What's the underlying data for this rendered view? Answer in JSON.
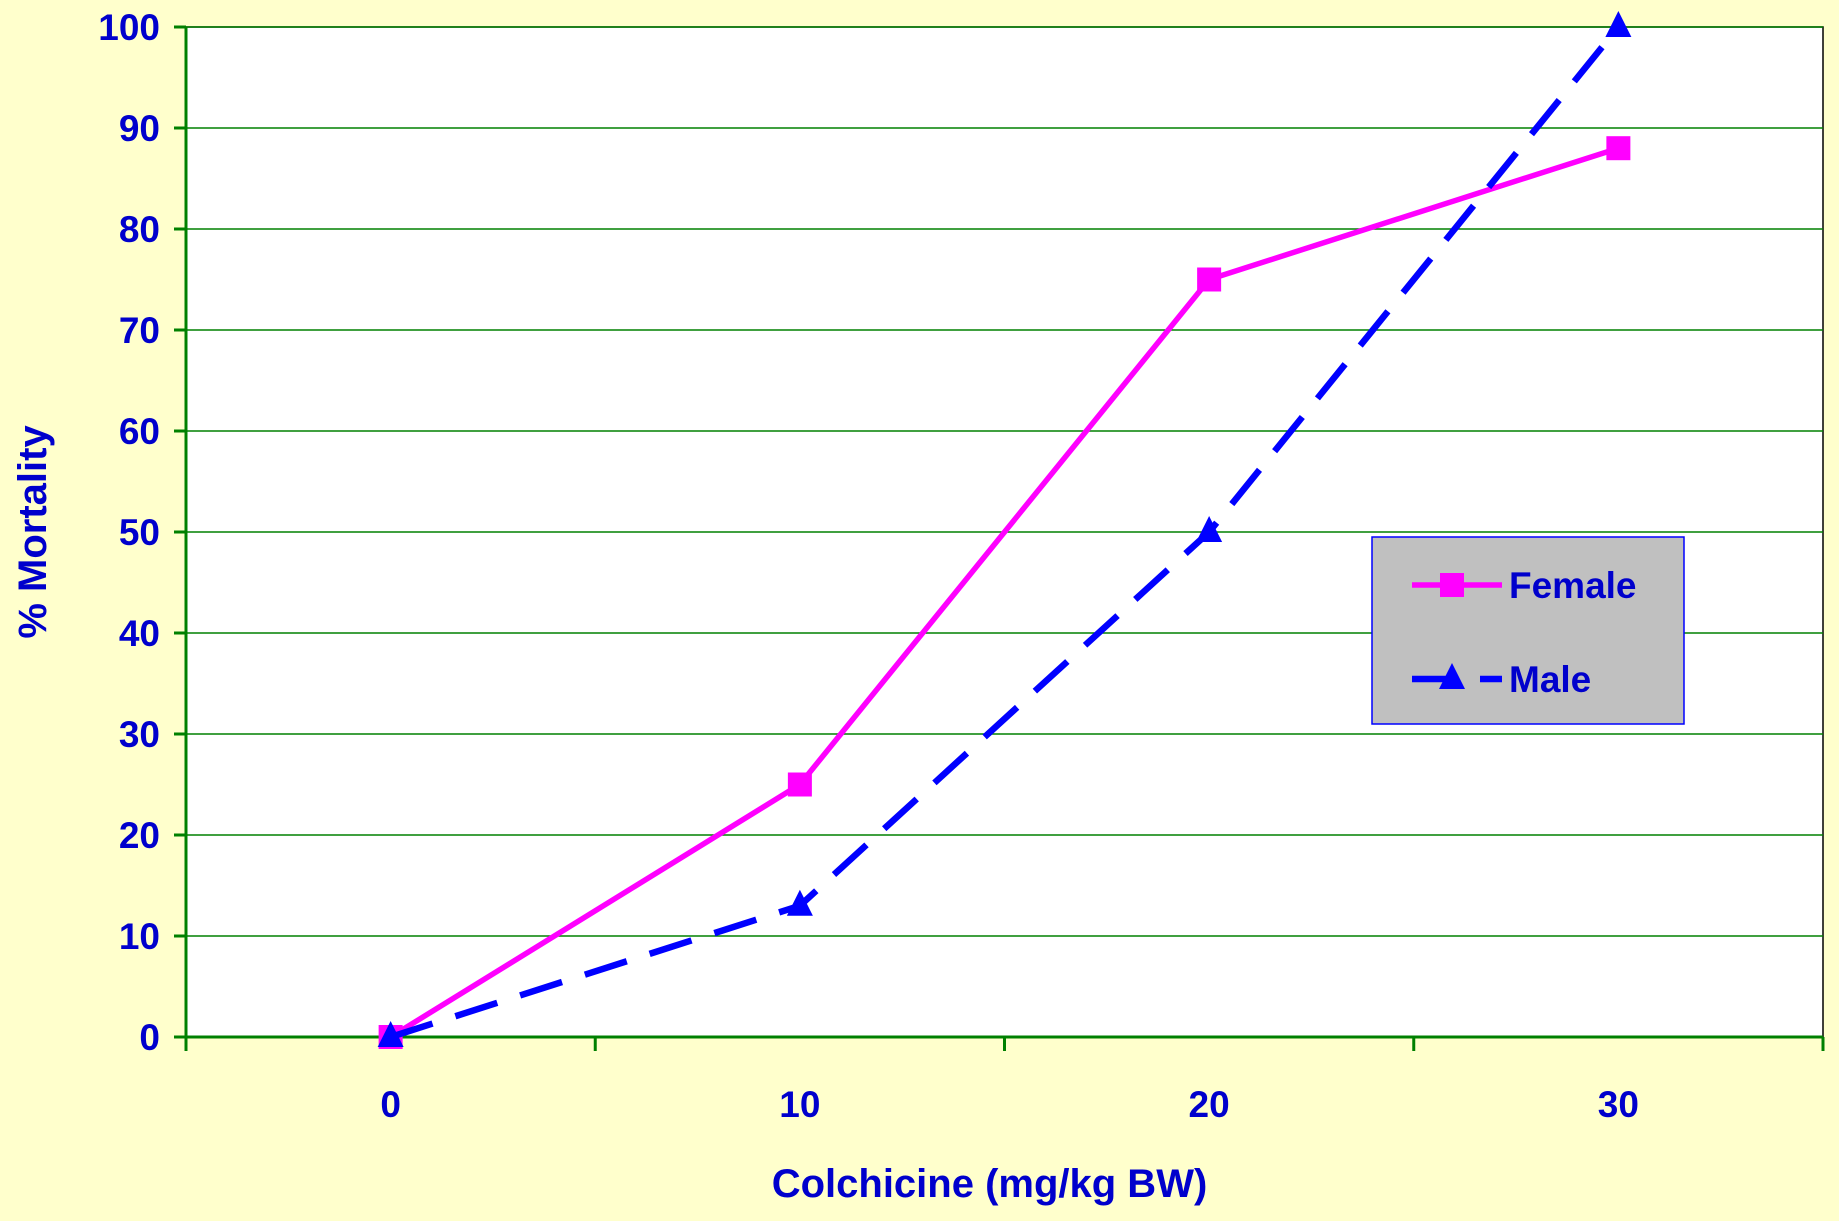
{
  "chart_data": {
    "type": "line",
    "title": "",
    "xlabel": "Colchicine (mg/kg BW)",
    "ylabel": "% Mortality",
    "x_ticks": [
      "0",
      "10",
      "20",
      "30"
    ],
    "y_ticks": [
      "0",
      "10",
      "20",
      "30",
      "40",
      "50",
      "60",
      "70",
      "80",
      "90",
      "100"
    ],
    "x": [
      0,
      10,
      20,
      30
    ],
    "xlim": [
      -5,
      35
    ],
    "ylim": [
      0,
      100
    ],
    "grid": "horizontal",
    "legend_position": "right",
    "series": [
      {
        "name": "Female",
        "values": [
          0,
          25,
          75,
          88
        ],
        "color": "#FF00FF",
        "marker": "square",
        "line_style": "solid"
      },
      {
        "name": "Male",
        "values": [
          0,
          13,
          50,
          100
        ],
        "color": "#0000FF",
        "marker": "triangle",
        "line_style": "dashed"
      }
    ],
    "colors": {
      "background": "#FFFFCC",
      "plot_area": "#FFFFFF",
      "grid": "#008000",
      "axis": "#008000",
      "text": "#0000CC",
      "legend_bg": "#C0C0C0"
    }
  }
}
